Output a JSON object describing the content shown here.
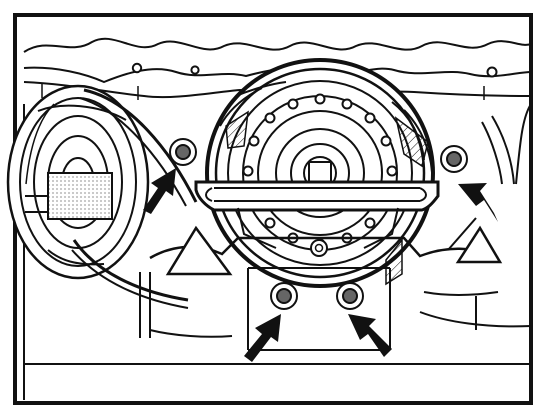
{
  "diagram": {
    "style": "black-and-white technical line drawing",
    "colors": {
      "ink": "#111111",
      "paper": "#ffffff",
      "shade": "#7a7a7a"
    },
    "components": [
      "left-pulley",
      "center-pulley",
      "right-pulley-partial",
      "locking-tool-bar",
      "bracket-plate",
      "mounting-bolts"
    ],
    "arrow_count": 4,
    "bolt_count": 4,
    "arrow_icon": "fastener-pointer-arrow",
    "bolt_icon": "hex-bolt-icon"
  }
}
